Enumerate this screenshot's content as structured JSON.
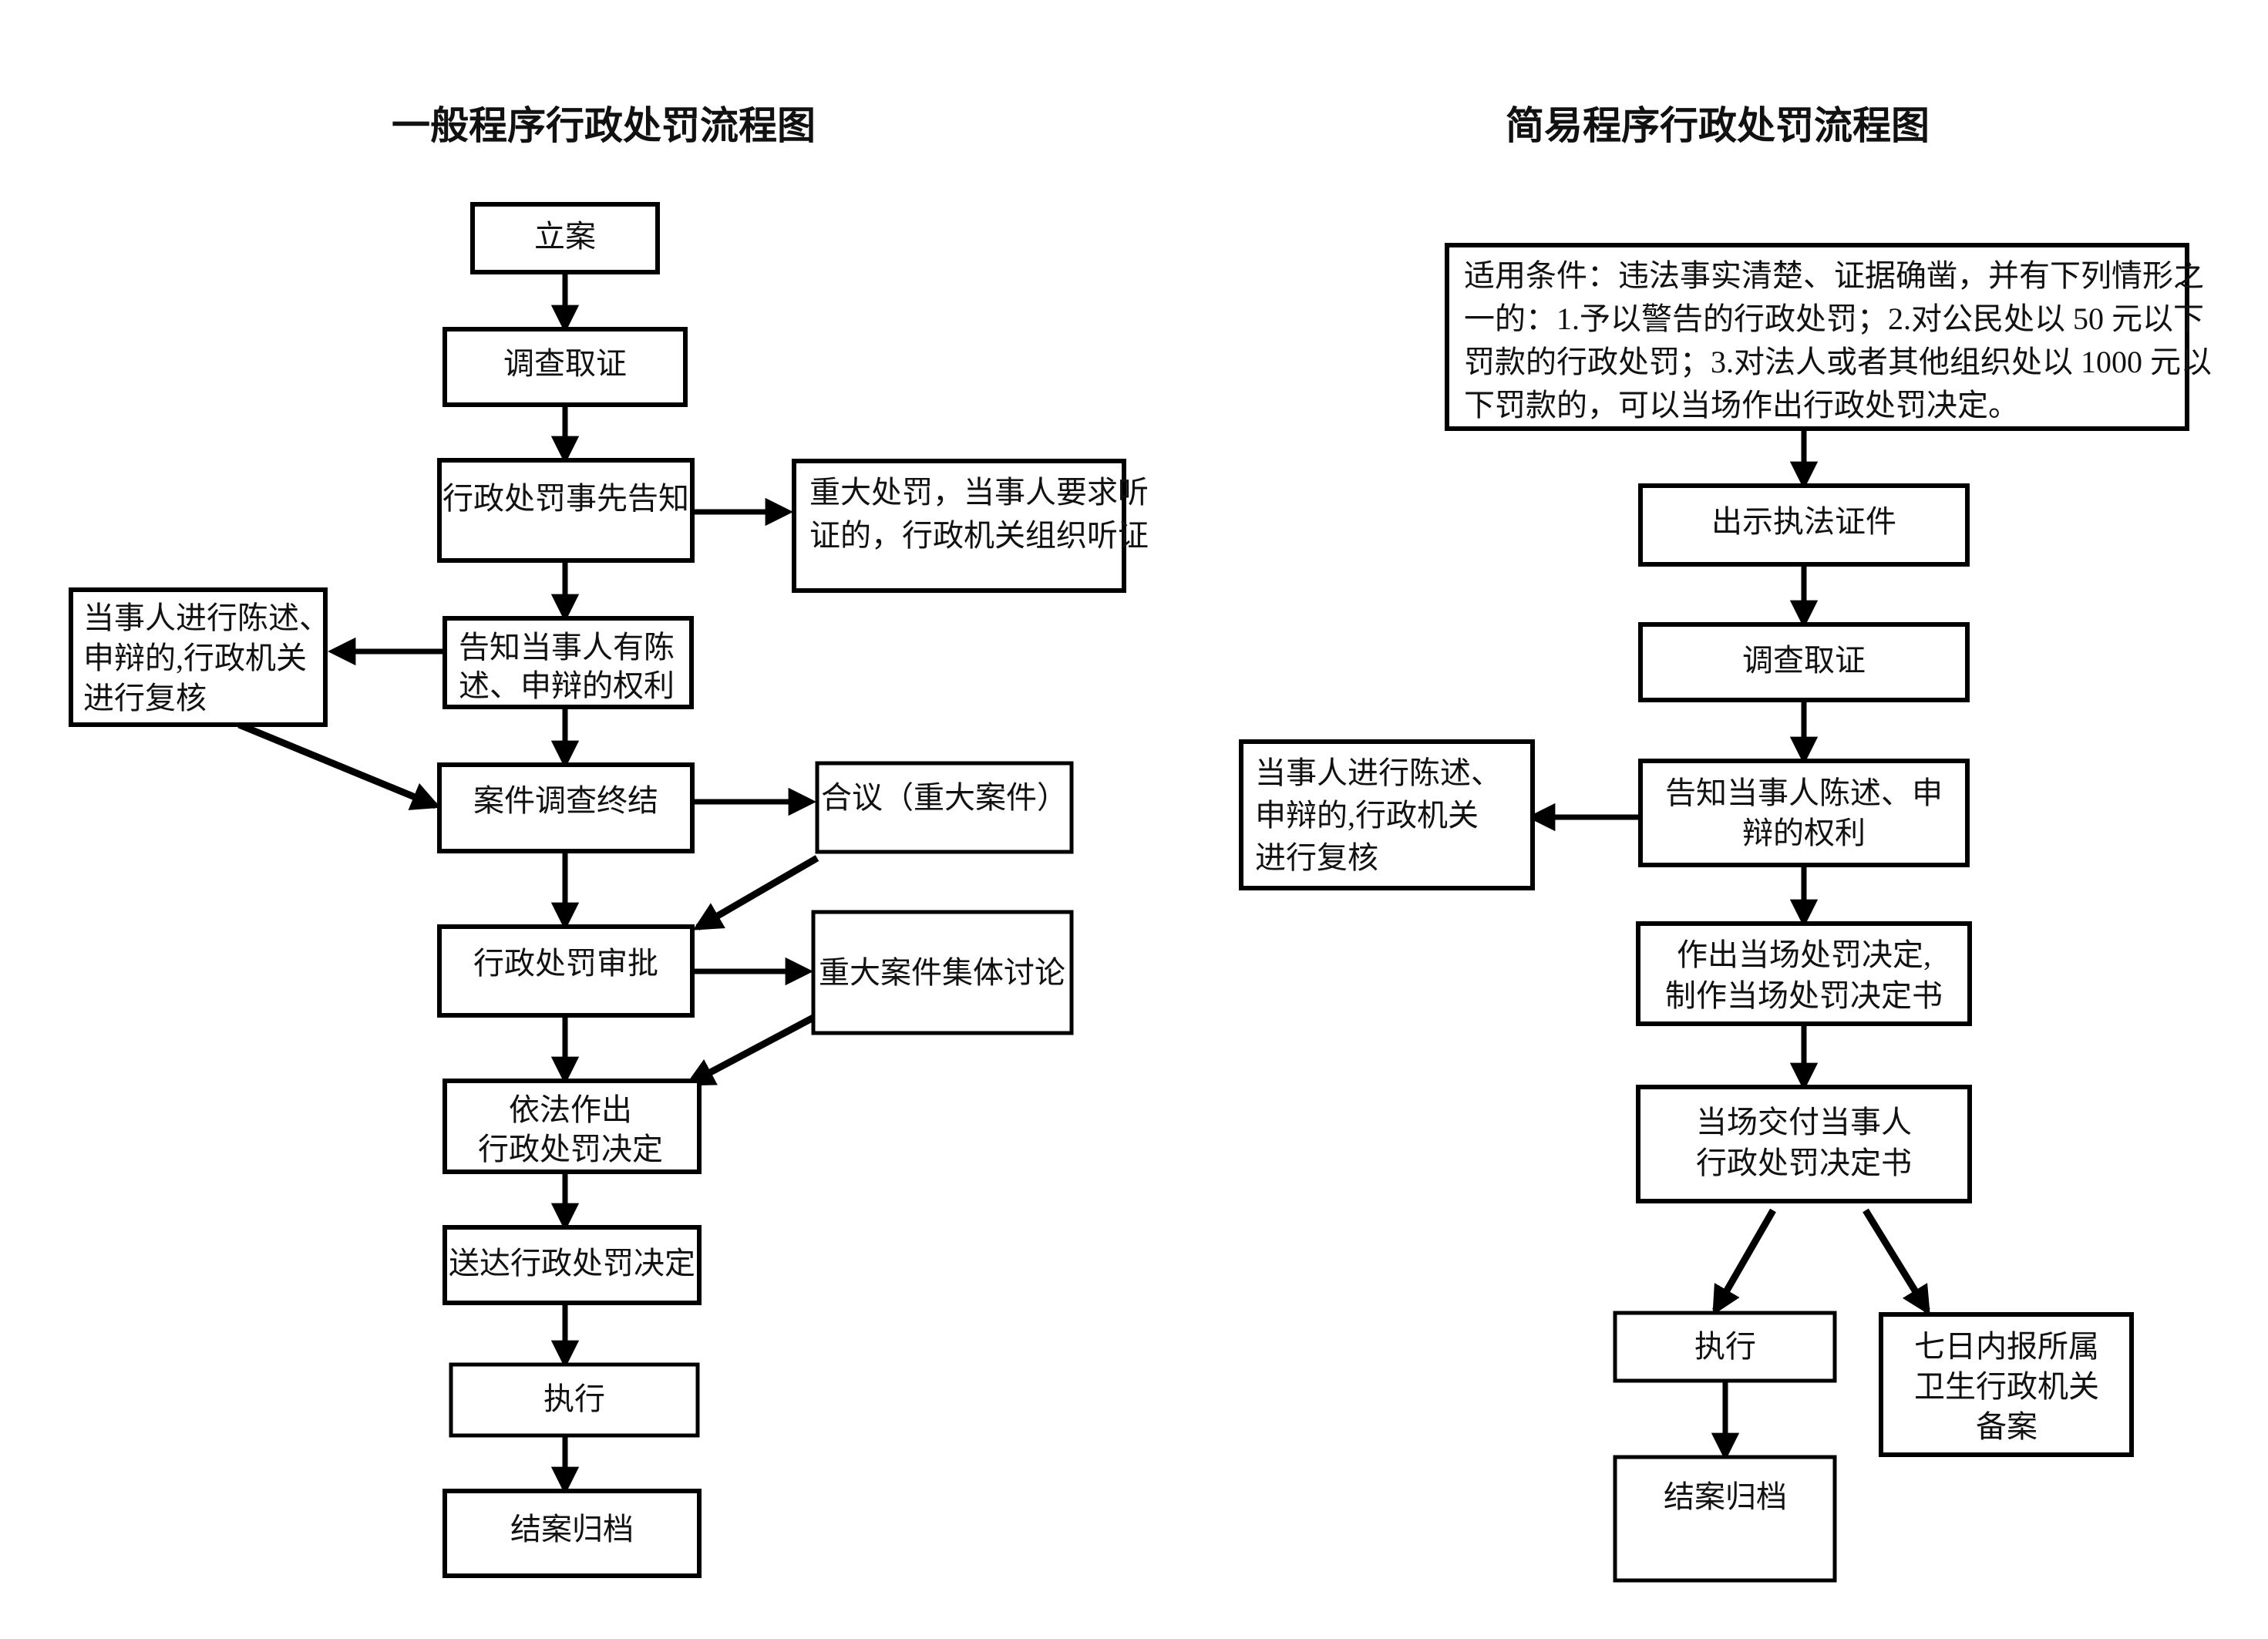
{
  "diagram": {
    "background_color": "#ffffff",
    "line_color": "#000000",
    "text_color": "#111111",
    "panels": [
      {
        "id": "general-procedure",
        "title": "一般程序行政处罚流程图"
      },
      {
        "id": "simple-procedure",
        "title": "简易程序行政处罚流程图"
      }
    ]
  },
  "left_flow": {
    "title": "一般程序行政处罚流程图",
    "nodes": {
      "filing": {
        "label": "立案"
      },
      "investigation": {
        "label": "调查取证"
      },
      "prior_notice": {
        "label": "行政处罚事先告知"
      },
      "hearing": {
        "line1": "重大处罚，当事人要求听",
        "line2": "证的，行政机关组织听证"
      },
      "inform_rights": {
        "line1": "告知当事人有陈",
        "line2": "述、申辩的权利"
      },
      "party_statement": {
        "line1": "当事人进行陈述、",
        "line2": "申辩的,行政机关",
        "line3": "进行复核"
      },
      "investigation_end": {
        "label": "案件调查终结"
      },
      "collegial": {
        "label": "合议（重大案件）"
      },
      "approval": {
        "label": "行政处罚审批"
      },
      "group_discussion": {
        "label": "重大案件集体讨论"
      },
      "decision": {
        "line1": "依法作出",
        "line2": "行政处罚决定"
      },
      "serve_decision": {
        "label": "送达行政处罚决定"
      },
      "execute": {
        "label": "执行"
      },
      "close_file": {
        "label": "结案归档"
      }
    }
  },
  "right_flow": {
    "title": "简易程序行政处罚流程图",
    "nodes": {
      "conditions": {
        "line1": "适用条件：违法事实清楚、证据确凿，并有下列情形之",
        "line2": "一的：1.予以警告的行政处罚；2.对公民处以 50 元以下",
        "line3": "罚款的行政处罚；3.对法人或者其他组织处以 1000 元以",
        "line4": "下罚款的，可以当场作出行政处罚决定。"
      },
      "show_credentials": {
        "label": "出示执法证件"
      },
      "investigation": {
        "label": "调查取证"
      },
      "inform_rights": {
        "line1": "告知当事人陈述、申",
        "line2": "辩的权利"
      },
      "party_statement": {
        "line1": "当事人进行陈述、",
        "line2": "申辩的,行政机关",
        "line3": "进行复核"
      },
      "onsite_decision": {
        "line1": "作出当场处罚决定,",
        "line2": "制作当场处罚决定书"
      },
      "deliver_onsite": {
        "line1": "当场交付当事人",
        "line2": "行政处罚决定书"
      },
      "execute": {
        "label": "执行"
      },
      "report_record": {
        "line1": "七日内报所属",
        "line2": "卫生行政机关",
        "line3": "备案"
      },
      "close_file": {
        "label": "结案归档"
      }
    }
  }
}
